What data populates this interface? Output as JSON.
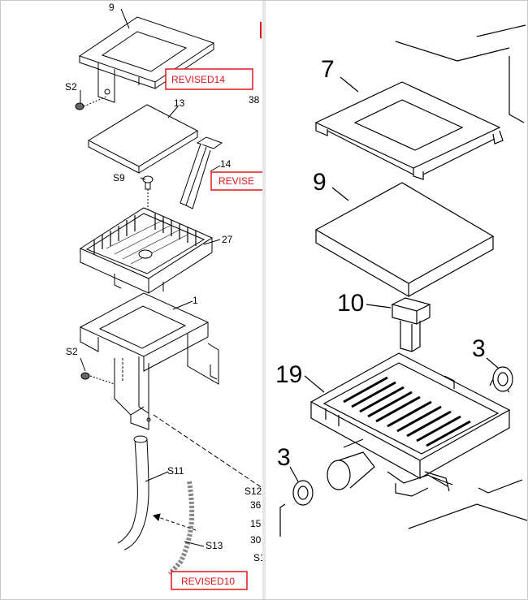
{
  "left_panel": {
    "callouts": [
      "9",
      "S2",
      "13",
      "38",
      "S9",
      "14",
      "27",
      "1",
      "S2",
      "S11",
      "S13",
      "S12",
      "36",
      "15",
      "30",
      "S1"
    ],
    "revisions": [
      "REVISED14",
      "REVISE",
      "REVISED10"
    ]
  },
  "right_panel": {
    "callouts": [
      "7",
      "9",
      "10",
      "3",
      "19",
      "3"
    ]
  }
}
